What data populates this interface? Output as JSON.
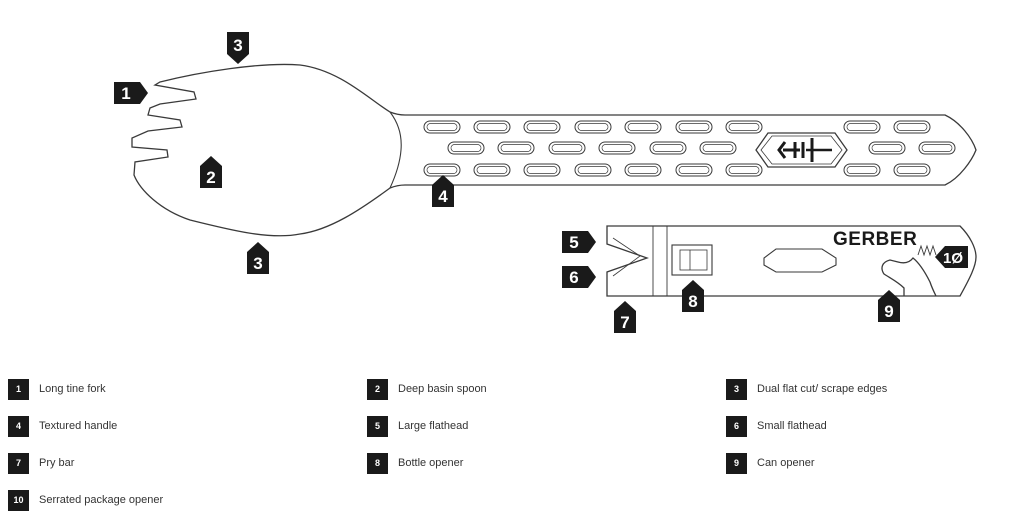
{
  "colors": {
    "ink": "#1a1a1a",
    "outline": "#3a3a3a",
    "paper": "#ffffff"
  },
  "brand": {
    "name": "GERBER",
    "logo_icon": "gerber-logo-icon"
  },
  "callouts": [
    {
      "id": "c1",
      "label": "1"
    },
    {
      "id": "c2",
      "label": "2"
    },
    {
      "id": "c3a",
      "label": "3"
    },
    {
      "id": "c3b",
      "label": "3"
    },
    {
      "id": "c4",
      "label": "4"
    },
    {
      "id": "c5",
      "label": "5"
    },
    {
      "id": "c6",
      "label": "6"
    },
    {
      "id": "c7",
      "label": "7"
    },
    {
      "id": "c8",
      "label": "8"
    },
    {
      "id": "c9",
      "label": "9"
    },
    {
      "id": "c10",
      "label": "1Ø"
    }
  ],
  "legend": [
    {
      "num": "1",
      "label": "Long tine fork"
    },
    {
      "num": "2",
      "label": "Deep basin spoon"
    },
    {
      "num": "3",
      "label": "Dual flat cut/ scrape edges"
    },
    {
      "num": "4",
      "label": "Textured handle"
    },
    {
      "num": "5",
      "label": "Large flathead"
    },
    {
      "num": "6",
      "label": "Small flathead"
    },
    {
      "num": "7",
      "label": "Pry bar"
    },
    {
      "num": "8",
      "label": "Bottle opener"
    },
    {
      "num": "9",
      "label": "Can opener"
    },
    {
      "num": "10",
      "label": "Serrated package opener"
    }
  ]
}
